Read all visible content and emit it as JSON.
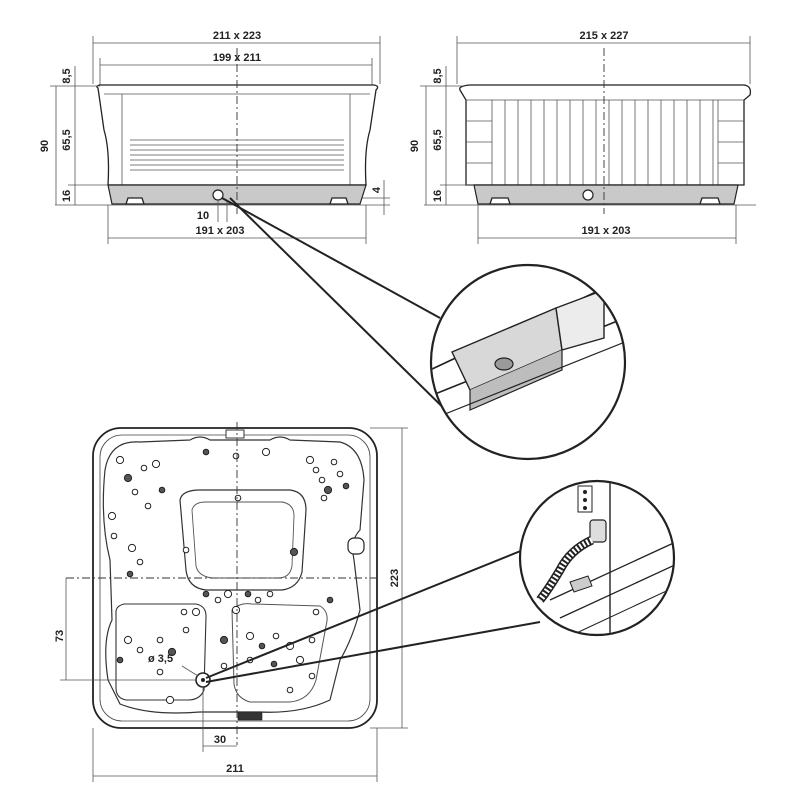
{
  "side_view_left": {
    "overall_width": "211 x 223",
    "top_width": "199 x 211",
    "base_width": "191 x 203",
    "offset": "10",
    "lip": "8,5",
    "total_height": "90",
    "shell_height": "65,5",
    "base_height": "16",
    "foot": "4"
  },
  "side_view_right": {
    "overall_width": "215 x 227",
    "base_width": "191 x 203",
    "lip": "8,5",
    "total_height": "90",
    "shell_height": "65,5",
    "base_height": "16"
  },
  "top_view": {
    "depth": "223",
    "width": "211",
    "drain_offset_y": "73",
    "drain_offset_x": "30",
    "drain_diameter": "ø 3,5"
  }
}
